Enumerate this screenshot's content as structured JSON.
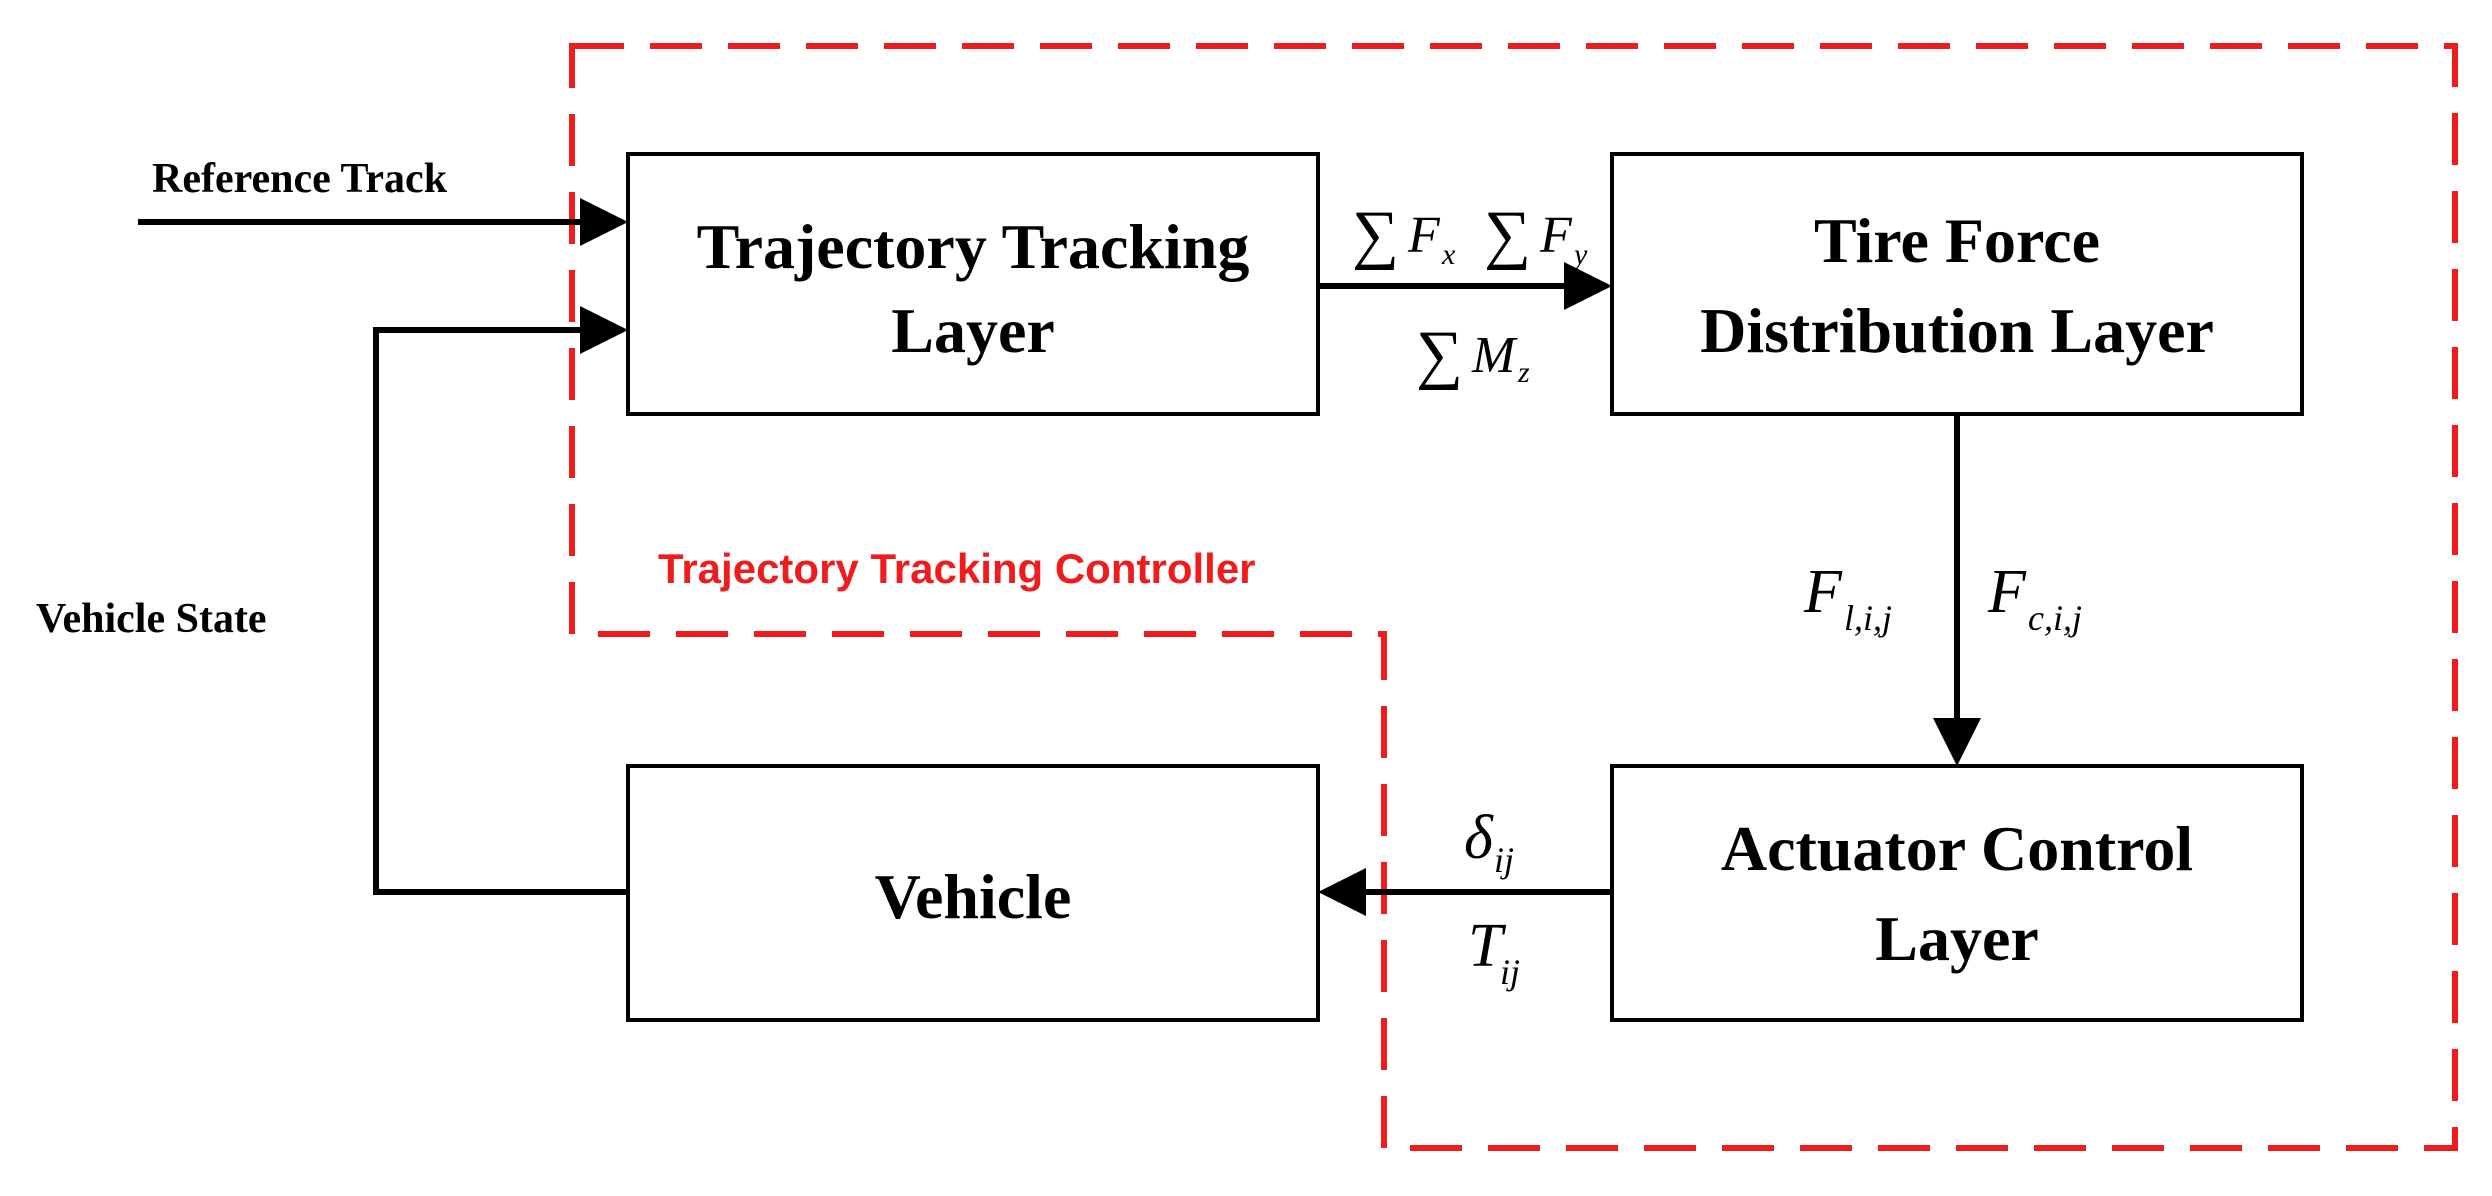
{
  "colors": {
    "accent": "#ee1c1c",
    "line": "#000000",
    "background": "#ffffff"
  },
  "blocks": {
    "trajectory_tracking": {
      "line1": "Trajectory Tracking",
      "line2": "Layer"
    },
    "tire_force": {
      "line1": "Tire Force",
      "line2": "Distribution Layer"
    },
    "actuator": {
      "line1": "Actuator Control",
      "line2": "Layer"
    },
    "vehicle": {
      "label": "Vehicle"
    }
  },
  "inputs": {
    "reference_track": "Reference Track",
    "vehicle_state": "Vehicle State"
  },
  "controller": {
    "label": "Trajectory Tracking Controller"
  },
  "signals": {
    "sum_symbol": "∑",
    "fx": {
      "var": "F",
      "sub": "x"
    },
    "fy": {
      "var": "F",
      "sub": "y"
    },
    "mz": {
      "var": "M",
      "sub": "z"
    },
    "fl": {
      "var": "F",
      "sub": "l,i,j"
    },
    "fc": {
      "var": "F",
      "sub": "c,i,j"
    },
    "delta": {
      "var": "δ",
      "sub": "ij"
    },
    "torque": {
      "var": "T",
      "sub": "ij"
    }
  }
}
